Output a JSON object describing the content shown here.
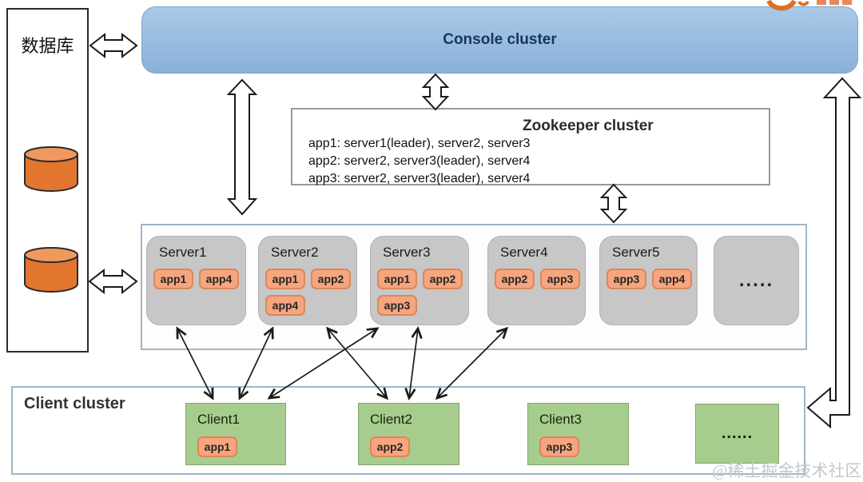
{
  "database": {
    "label": "数据库"
  },
  "console": {
    "title": "Console cluster"
  },
  "zookeeper": {
    "title": "Zookeeper cluster",
    "mappings": [
      "app1: server1(leader), server2, server3",
      "app2: server2, server3(leader), server4",
      "app3: server2, server3(leader), server4"
    ]
  },
  "servers": {
    "items": [
      {
        "name": "Server1",
        "apps": [
          "app1",
          "app4"
        ]
      },
      {
        "name": "Server2",
        "apps": [
          "app1",
          "app2",
          "app4"
        ]
      },
      {
        "name": "Server3",
        "apps": [
          "app1",
          "app2",
          "app3"
        ]
      },
      {
        "name": "Server4",
        "apps": [
          "app2",
          "app3"
        ]
      },
      {
        "name": "Server5",
        "apps": [
          "app3",
          "app4"
        ]
      }
    ],
    "more": "....."
  },
  "clients": {
    "title": "Client cluster",
    "items": [
      {
        "name": "Client1",
        "apps": [
          "app1"
        ]
      },
      {
        "name": "Client2",
        "apps": [
          "app2"
        ]
      },
      {
        "name": "Client3",
        "apps": [
          "app3"
        ]
      }
    ],
    "more": "......"
  },
  "links": {
    "server_client": [
      [
        "Server1",
        "Client1"
      ],
      [
        "Server2",
        "Client1"
      ],
      [
        "Server3",
        "Client1"
      ],
      [
        "Server2",
        "Client2"
      ],
      [
        "Server3",
        "Client2"
      ],
      [
        "Server4",
        "Client2"
      ]
    ],
    "bidirectional": [
      [
        "数据库",
        "Console cluster"
      ],
      [
        "数据库",
        "Server cluster"
      ],
      [
        "Console cluster",
        "Server cluster"
      ],
      [
        "Console cluster",
        "Zookeeper cluster"
      ],
      [
        "Zookeeper cluster",
        "Server cluster"
      ],
      [
        "Client cluster",
        "Console cluster"
      ]
    ]
  },
  "watermark": "@稀土掘金技术社区",
  "colors": {
    "ink": "#1a1a1a",
    "console_blue_top": "#a9c9e8",
    "console_blue_bottom": "#8ab1d9",
    "console_text": "#17365d",
    "server_gray": "#c7c7c7",
    "badge": "#f7a57f",
    "badge_border": "#dd8659",
    "client_green": "#a6cd8d",
    "client_border": "#84a370",
    "panel_border": "#a0b5c4",
    "cylinder": "#e2762f",
    "cylinder_top": "#f0995f",
    "logo_orange": "#dd6f28",
    "watermark": "#c3c8ce"
  }
}
